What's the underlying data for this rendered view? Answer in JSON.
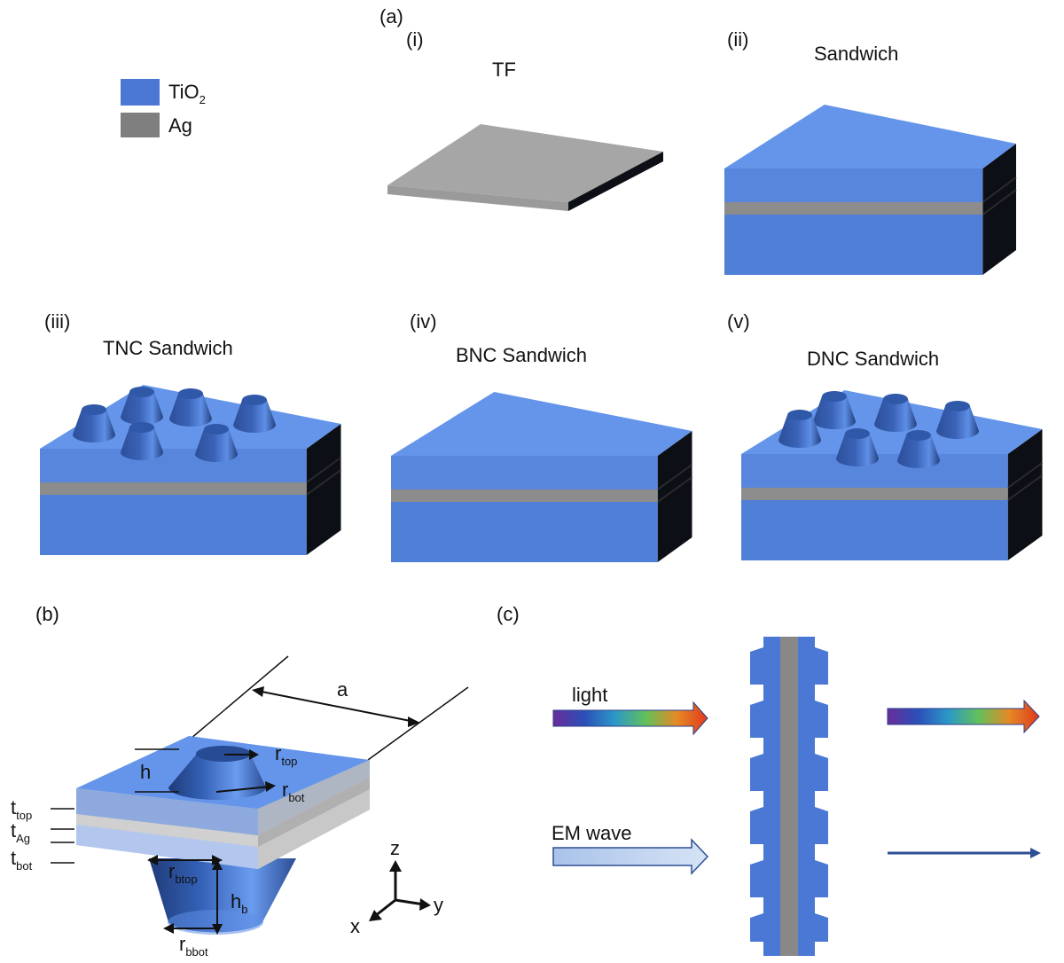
{
  "panel_a": {
    "label": "(a)",
    "legend": {
      "tio2_base": "TiO",
      "tio2_sub": "2",
      "ag": "Ag"
    },
    "items": [
      {
        "tag": "(i)",
        "title": "TF"
      },
      {
        "tag": "(ii)",
        "title": "Sandwich"
      },
      {
        "tag": "(iii)",
        "title": "TNC Sandwich"
      },
      {
        "tag": "(iv)",
        "title": "BNC Sandwich"
      },
      {
        "tag": "(v)",
        "title": "DNC Sandwich"
      }
    ]
  },
  "panel_b": {
    "label": "(b)",
    "a": "a",
    "h": "h",
    "r_top": {
      "base": "r",
      "sub": "top"
    },
    "r_bot": {
      "base": "r",
      "sub": "bot"
    },
    "t_top": {
      "base": "t",
      "sub": "top"
    },
    "t_ag": {
      "base": "t",
      "sub": "Ag"
    },
    "t_bot": {
      "base": "t",
      "sub": "bot"
    },
    "r_btop": {
      "base": "r",
      "sub": "btop"
    },
    "h_b": {
      "base": "h",
      "sub": "b"
    },
    "r_bbot": {
      "base": "r",
      "sub": "bbot"
    },
    "axes": {
      "z": "z",
      "y": "y",
      "x": "x"
    }
  },
  "panel_c": {
    "label": "(c)",
    "light": "light",
    "em_wave": "EM wave"
  },
  "colors": {
    "tio2_top": "#6495ea",
    "tio2_front": "#4f7fd6",
    "side_dark": "#0d0f16",
    "ag": "#8c8c8c",
    "ag_plate": "#a6a6a6"
  }
}
